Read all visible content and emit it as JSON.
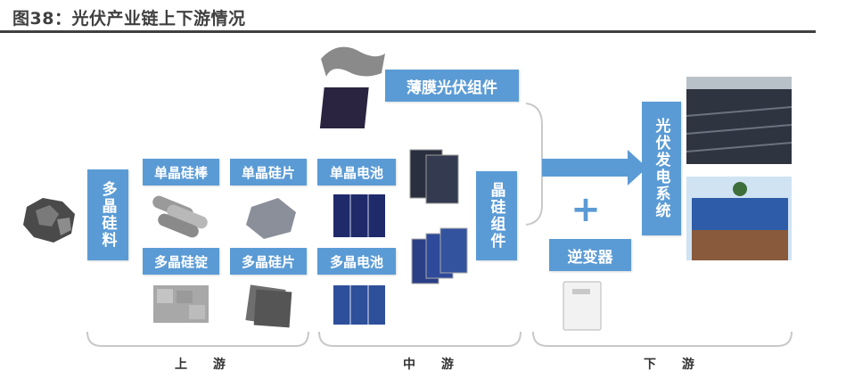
{
  "title": "图38：光伏产业链上下游情况",
  "nodes": {
    "polysilicon_material": "多晶硅料",
    "mono_rod": "单晶硅棒",
    "mono_wafer": "单晶硅片",
    "multi_ingot": "多晶硅锭",
    "multi_wafer": "多晶硅片",
    "mono_cell": "单晶电池",
    "multi_cell": "多晶电池",
    "crystalline_module": "晶硅组件",
    "thin_film_module": "薄膜光伏组件",
    "inverter": "逆变器",
    "pv_system": "光伏发电系统",
    "plus": "+"
  },
  "stages": {
    "upstream": "上 游",
    "midstream": "中 游",
    "downstream": "下 游"
  },
  "colors": {
    "box": "#5b9bd5",
    "arrow": "#5b9bd5",
    "brace": "#c9c9c9"
  }
}
